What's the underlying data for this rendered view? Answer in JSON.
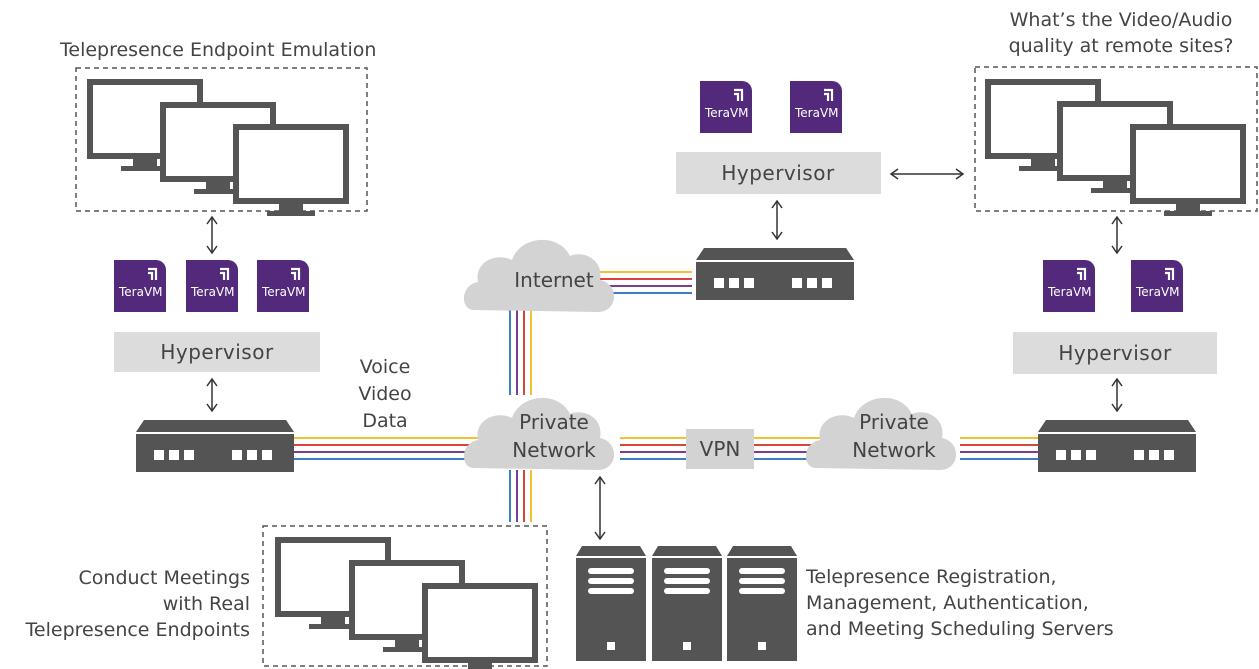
{
  "colors": {
    "teravm": "#52297b",
    "hypervisor": "#dcdcdc",
    "cloud": "#d3d3d3",
    "device": "#545454",
    "line_yellow": "#f2c230",
    "line_red": "#d9453c",
    "line_purple": "#7a3f8f",
    "line_blue": "#3f7dc2"
  },
  "labels": {
    "endpoint_emulation": "Telepresence Endpoint Emulation",
    "remote_q_line1": "What’s the Video/Audio",
    "remote_q_line2": "quality at remote sites?",
    "voice": "Voice",
    "video": "Video",
    "data": "Data",
    "conduct_line1": "Conduct Meetings",
    "conduct_line2": "with Real",
    "conduct_line3": "Telepresence Endpoints",
    "servers_line1": "Telepresence Registration,",
    "servers_line2": "Management, Authentication,",
    "servers_line3": "and Meeting Scheduling Servers"
  },
  "hypervisor_label": "Hypervisor",
  "teravm_label": "TeraVM",
  "clouds": {
    "internet": "Internet",
    "private_line1": "Private",
    "private_line2": "Network"
  },
  "vpn_label": "VPN",
  "icons": [
    "teravm-logo-icon",
    "monitor-icon",
    "network-switch-icon",
    "server-icon",
    "cloud-icon",
    "double-arrow-icon"
  ]
}
